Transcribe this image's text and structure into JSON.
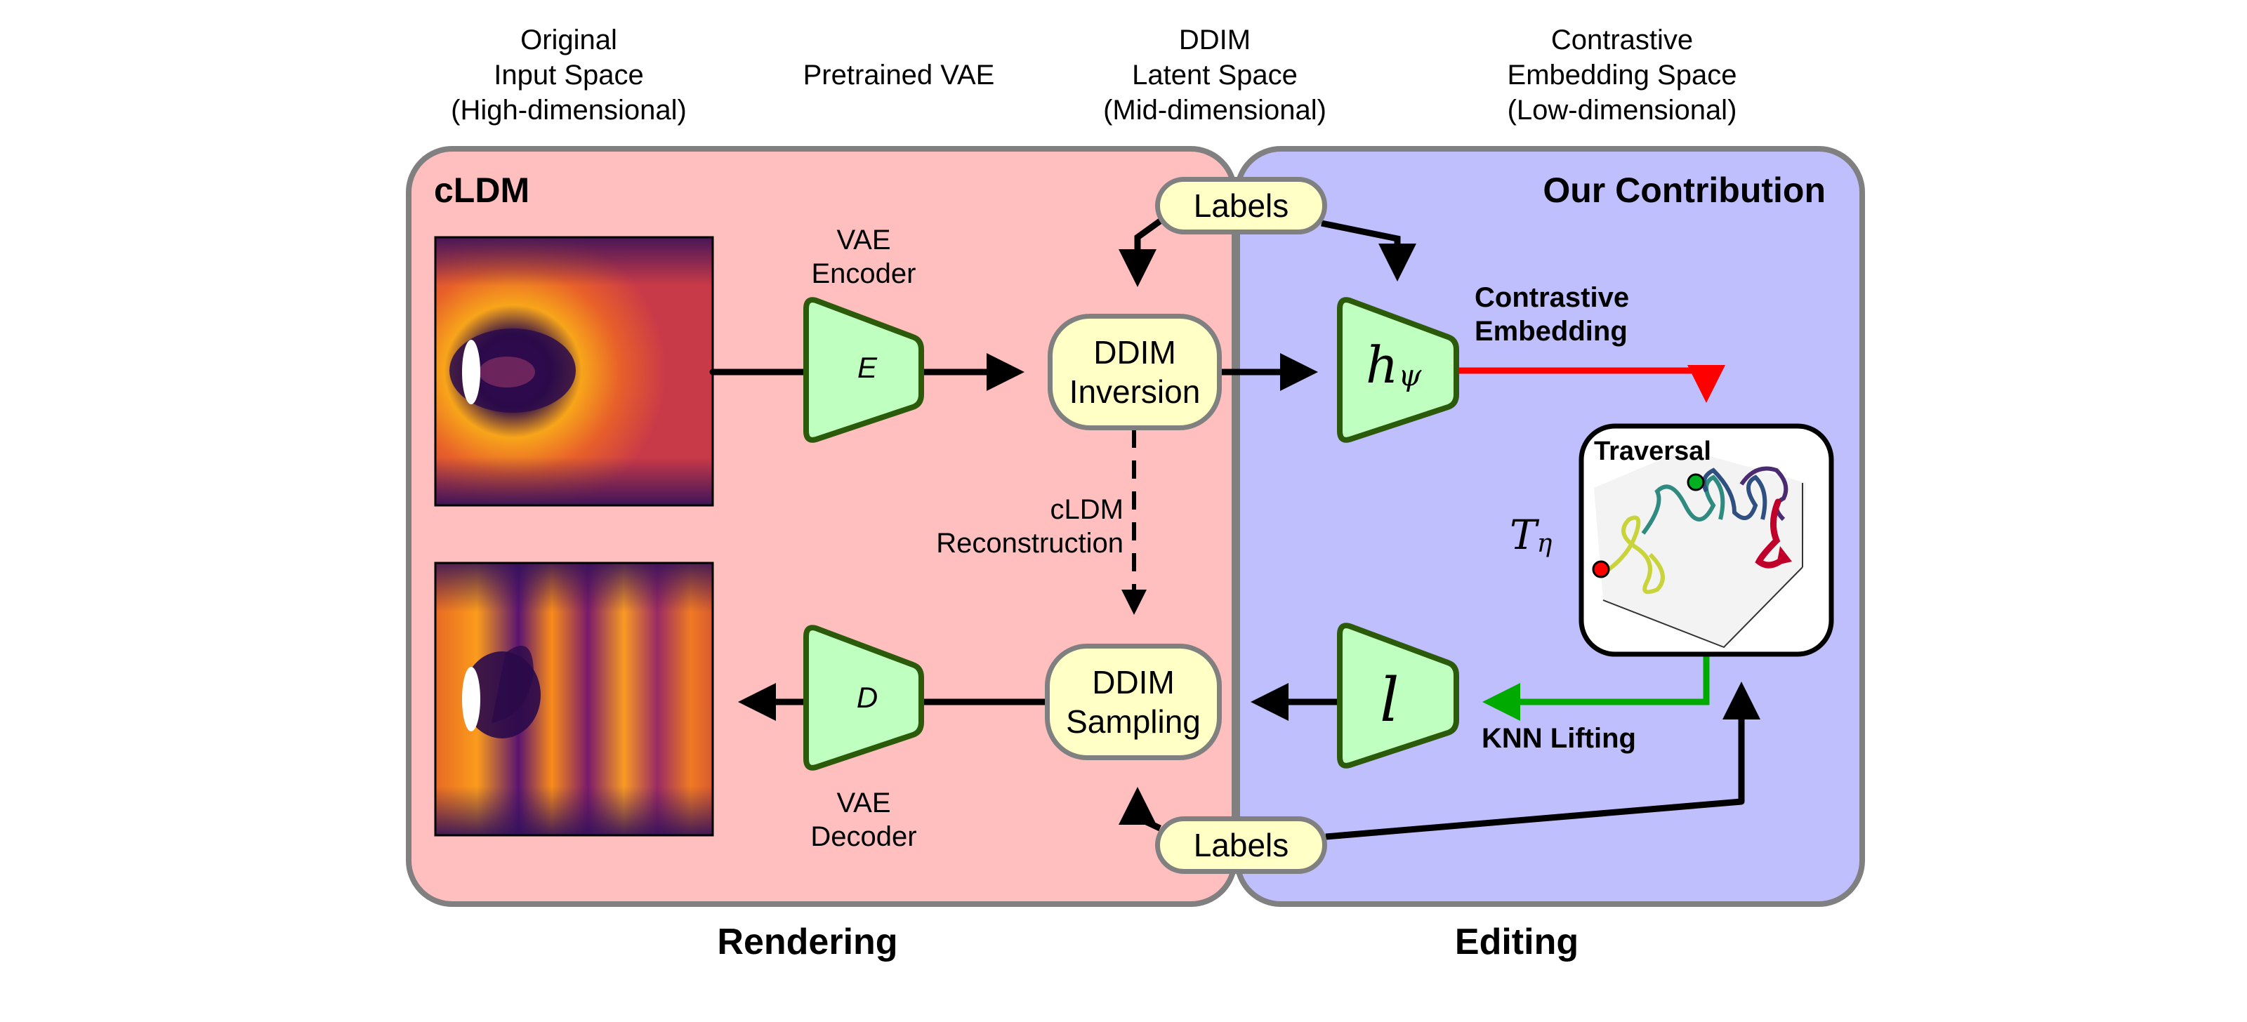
{
  "headers": {
    "input_space": "Original\nInput Space\n(High-dimensional)",
    "vae": "Pretrained VAE",
    "latent_space": "DDIM\nLatent Space\n(Mid-dimensional)",
    "embedding_space": "Contrastive\nEmbedding Space\n(Low-dimensional)"
  },
  "panels": {
    "left": {
      "title": "cLDM",
      "footer": "Rendering",
      "color": "#ffbfbf"
    },
    "right": {
      "title": "Our Contribution",
      "footer": "Editing",
      "color": "#bfbffe"
    }
  },
  "nodes": {
    "labels_top": "Labels",
    "labels_bottom": "Labels",
    "ddim_inversion": "DDIM\nInversion",
    "ddim_sampling": "DDIM\nSampling"
  },
  "networks": {
    "encoder": {
      "symbol": "E",
      "caption": "VAE\nEncoder"
    },
    "decoder": {
      "symbol": "D",
      "caption": "VAE\nDecoder"
    },
    "contrastive": {
      "symbol": "h",
      "subscript": "ψ",
      "caption": "Contrastive\nEmbedding"
    },
    "lifting": {
      "symbol": "l",
      "caption": "KNN Lifting"
    }
  },
  "edges": {
    "reconstruction": "cLDM\nReconstruction"
  },
  "traversal": {
    "title": "Traversal",
    "operator_symbol": "T",
    "operator_subscript": "η"
  },
  "colors": {
    "network_fill": "#bfffbf",
    "network_stroke": "#2a5a0a",
    "node_fill": "#ffffc6",
    "border_gray": "#808080",
    "embed_arrow": "#ff0000",
    "lift_arrow": "#00aa00"
  }
}
